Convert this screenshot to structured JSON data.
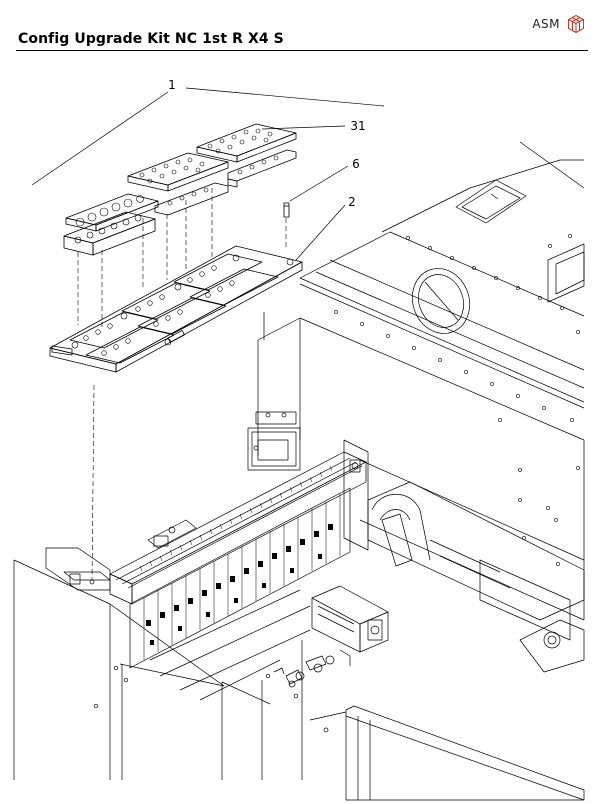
{
  "header": {
    "brand": "ASM",
    "title": "Config Upgrade Kit NC 1st R X4 S"
  },
  "callouts": {
    "c1": "1",
    "c31": "31",
    "c6": "6",
    "c2": "2"
  },
  "colors": {
    "line": "#000000",
    "brand_icon": "#c0392b",
    "background": "#ffffff"
  },
  "icons": {
    "brand": "asm-cube-icon"
  }
}
